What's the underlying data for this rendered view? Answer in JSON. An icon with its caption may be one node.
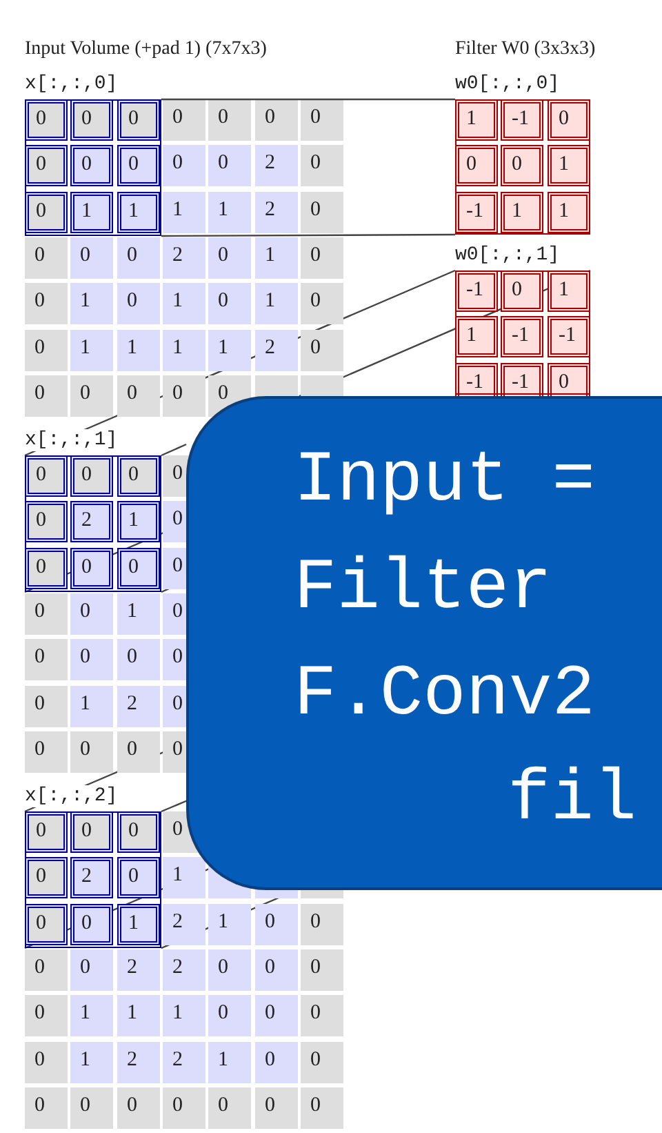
{
  "diagram": {
    "nodes": [
      {
        "text": [],
        "shape": "box"
      },
      {
        "text": [],
        "shape": "box"
      },
      {
        "text": [],
        "shape": "box"
      },
      {
        "text": [],
        "shape": "box"
      },
      {
        "text": [],
        "shape": "box"
      },
      {
        "text": [
          "Input =",
          "Filter",
          "F.Conv2",
          "fil"
        ]
      }
    ],
    "edges": [
      {
        "from": 0,
        "to": 1,
        "arrow": "none"
      },
      {
        "from": 0,
        "to": 1,
        "arrow": "none"
      },
      {
        "from": 3,
        "to": 2,
        "arrow": "none"
      },
      {
        "from": 3,
        "to": 5,
        "arrow": "none"
      },
      {
        "from": 3,
        "to": 5,
        "arrow": "none"
      },
      {
        "from": 3,
        "to": 5,
        "arrow": "none"
      },
      {
        "from": 5,
        "to": 2,
        "arrow": "none"
      },
      {
        "from": 4,
        "to": 5,
        "arrow": "none"
      },
      {
        "from": 4,
        "to": 5,
        "arrow": "none"
      },
      {
        "from": 4,
        "to": 5,
        "arrow": "none"
      },
      {
        "from": 4,
        "to": 5,
        "arrow": "none"
      }
    ],
    "labels": [
      "Input Volume (+pad 1) (7x7x3)",
      "Filter W0 (3x3x3)",
      "x[:,:,0]",
      "0",
      "0",
      "0",
      "0",
      "0",
      "0",
      "0",
      "0",
      "0",
      "0",
      "0",
      "0",
      "2",
      "0",
      "0",
      "1",
      "1",
      "1",
      "1",
      "2",
      "0",
      "0",
      "0",
      "0",
      "2",
      "0",
      "1",
      "0",
      "0",
      "1",
      "0",
      "1",
      "0",
      "1",
      "0",
      "0",
      "1",
      "1",
      "1",
      "1",
      "2",
      "0",
      "0",
      "0",
      "0",
      "0",
      "0",
      "w0[:,:,0]",
      "1",
      "-1",
      "0",
      "0",
      "0",
      "1",
      "-1",
      "1",
      "1",
      "w0[:,:,1]",
      "-1",
      "0",
      "1",
      "1",
      "-1",
      "-1",
      "-1",
      "-1",
      "0",
      "x[:,:,1]",
      "0",
      "0",
      "0",
      "0",
      "0",
      "2",
      "1",
      "0",
      "0",
      "0",
      "0",
      "0",
      "0",
      "0",
      "1",
      "0",
      "0",
      "0",
      "0",
      "0",
      "0",
      "1",
      "2",
      "0",
      "0",
      "0",
      "0",
      "0",
      "x[:,:,2]",
      "0",
      "0",
      "0",
      "0",
      "0",
      "2",
      "0",
      "1",
      "0",
      "0",
      "1",
      "2",
      "1",
      "0",
      "0",
      "0",
      "0",
      "2",
      "2",
      "0",
      "0",
      "0",
      "0",
      "1",
      "1",
      "1",
      "0",
      "0",
      "0",
      "0",
      "1",
      "2",
      "2",
      "1",
      "0",
      "0",
      "0",
      "0",
      "0",
      "0",
      "0",
      "0",
      "0"
    ]
  }
}
